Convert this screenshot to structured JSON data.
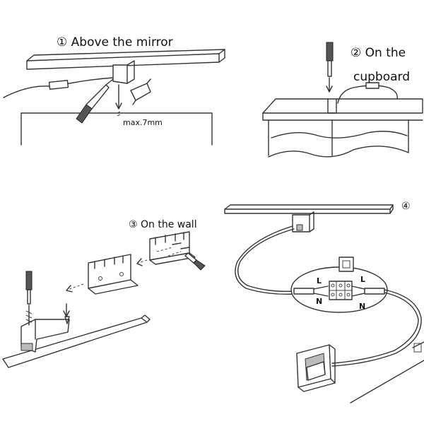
{
  "panel1": {
    "title": "① Above the mirror",
    "gap_label": "max.7mm"
  },
  "panel2": {
    "title_line1": "② On the",
    "title_line2": "cupboard"
  },
  "panel3": {
    "title": "③ On the wall"
  },
  "panel4": {
    "number": "④",
    "wire_labels": {
      "l_left": "L",
      "l_right": "L",
      "n_left": "N",
      "n_right": "N"
    }
  }
}
